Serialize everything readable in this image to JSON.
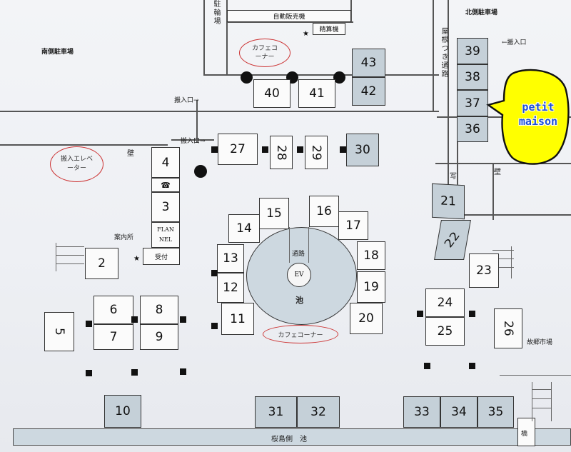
{
  "labels": {
    "south_parking": "南側駐車場",
    "north_parking": "北側駐車場",
    "bike_parking": "駐輪場",
    "vending": "自動販売機",
    "payment": "精算機",
    "cafe_top": "カフェコーナー",
    "cafe_bottom": "カフェコーナー",
    "loading_entrance_1": "搬入口→",
    "loading_entrance_2": "搬入口→",
    "loading_entrance_right": "←搬入口",
    "loading_elevator": "搬入エレベーター",
    "wall_left": "壁",
    "wall_right": "壁",
    "photo": "写",
    "covered_passage": "屋根つき通路",
    "info": "案内所",
    "reception": "受付",
    "flannel": "FLANNEL",
    "walkway": "通路",
    "ev": "EV",
    "pond": "池",
    "pond_side": "桜島側　池",
    "bridge": "橋",
    "hometown_market": "故郷市場",
    "callout": "petit maison"
  },
  "booths": {
    "b2": "2",
    "b3": "3",
    "b4": "4",
    "b5": "5",
    "b6": "6",
    "b7": "7",
    "b8": "8",
    "b9": "9",
    "b10": "10",
    "b11": "11",
    "b12": "12",
    "b13": "13",
    "b14": "14",
    "b15": "15",
    "b16": "16",
    "b17": "17",
    "b18": "18",
    "b19": "19",
    "b20": "20",
    "b21": "21",
    "b22": "22",
    "b23": "23",
    "b24": "24",
    "b25": "25",
    "b26": "26",
    "b27": "27",
    "b28": "28",
    "b29": "29",
    "b30": "30",
    "b31": "31",
    "b32": "32",
    "b33": "33",
    "b34": "34",
    "b35": "35",
    "b36": "36",
    "b37": "37",
    "b38": "38",
    "b39": "39",
    "b40": "40",
    "b41": "41",
    "b42": "42",
    "b43": "43"
  },
  "colors": {
    "highlight_fill": "#ffff00",
    "booth_gray": "#c5d0d8",
    "ellipse": "#cc3333",
    "callout_text": "#1b4fd6"
  }
}
